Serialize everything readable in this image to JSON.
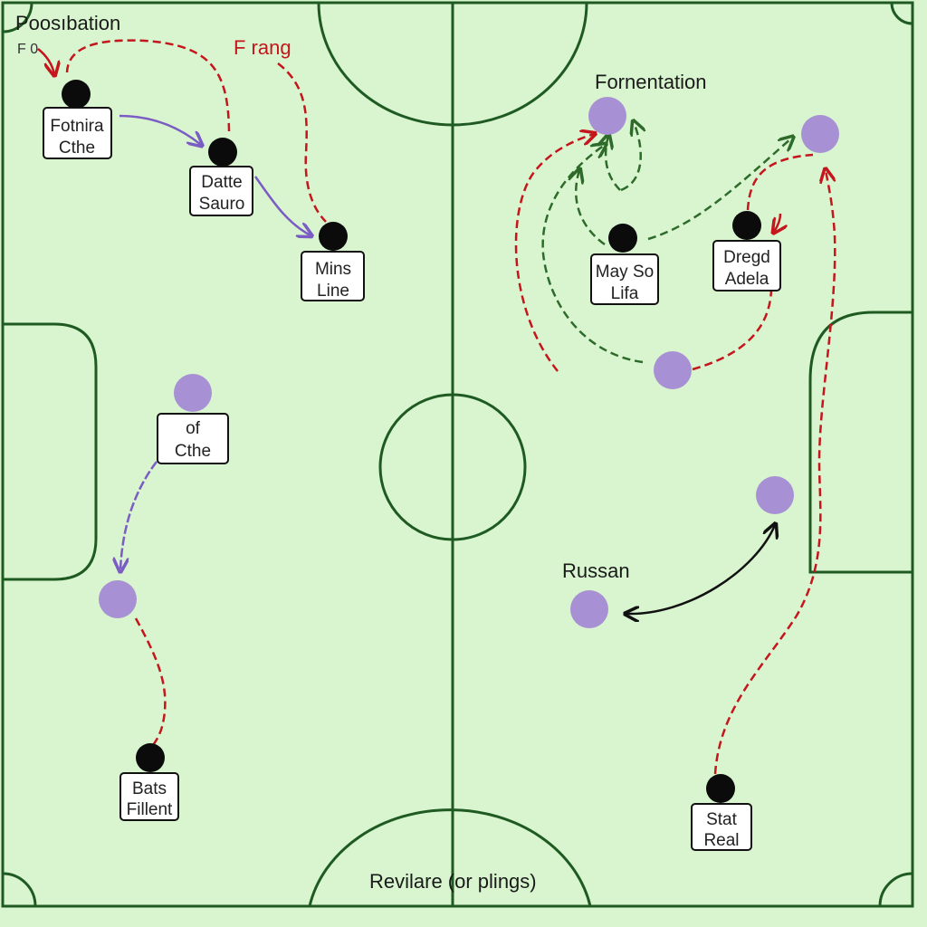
{
  "header": {
    "title_left": "Poosıbation",
    "sub_left": "F 0",
    "title_red": "F rang",
    "title_right": "Fornentation"
  },
  "labels": {
    "russan": "Russan",
    "footer": "Revilare (or plings)"
  },
  "players": [
    {
      "id": "fotnira",
      "line1": "Fotnira",
      "line2": "Cthe"
    },
    {
      "id": "datte",
      "line1": "Datte",
      "line2": "Sauro"
    },
    {
      "id": "mins",
      "line1": "Mins",
      "line2": "Line"
    },
    {
      "id": "of",
      "line1": "of",
      "line2": "Cthe"
    },
    {
      "id": "bats",
      "line1": "Bats",
      "line2": "Fillent"
    },
    {
      "id": "may",
      "line1": "May So",
      "line2": "Lifa"
    },
    {
      "id": "dregd",
      "line1": "Dregd",
      "line2": "Adela"
    },
    {
      "id": "stat",
      "line1": "Stat",
      "line2": "Real"
    }
  ],
  "colors": {
    "pitch": "#d8f5cf",
    "lines": "#1f5a22",
    "player_dark": "#0b0b0b",
    "player_purple": "#a890d4",
    "arrow_red": "#c4161c",
    "arrow_purple": "#7a5cc4",
    "arrow_green": "#2e6b2a",
    "arrow_black": "#111111"
  }
}
